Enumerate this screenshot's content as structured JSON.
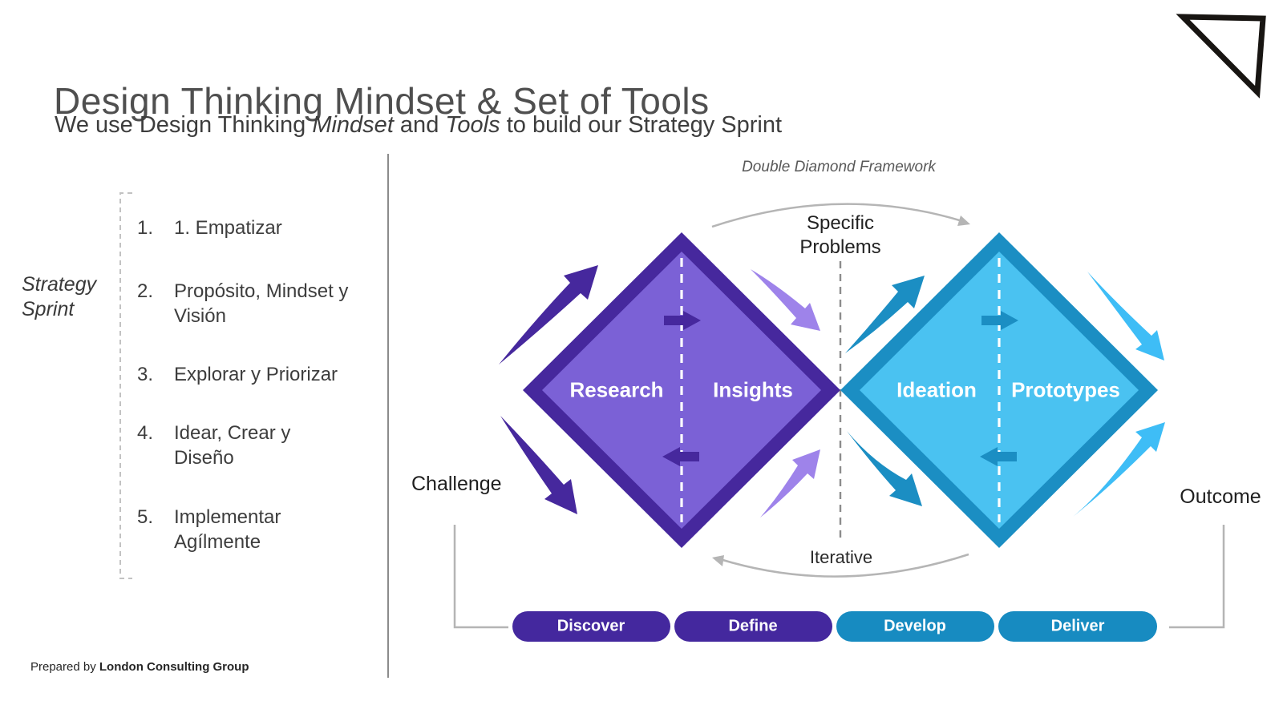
{
  "slide": {
    "title": "Design Thinking Mindset & Set of Tools",
    "subtitle": {
      "part1": "We use Design Thinking ",
      "italic1": "Mindset",
      "part2": " and ",
      "italic2": "Tools",
      "part3": " to build our Strategy Sprint"
    },
    "footer": {
      "prefix": "Prepared by ",
      "company": "London Consulting Group"
    }
  },
  "strategy_sprint": {
    "label": "Strategy Sprint",
    "items": [
      {
        "number": "1.",
        "text": "1. Empatizar"
      },
      {
        "number": "2.",
        "text": "Propósito, Mindset y Visión"
      },
      {
        "number": "3.",
        "text": "Explorar y Priorizar"
      },
      {
        "number": "4.",
        "text": "Idear, Crear y Diseño"
      },
      {
        "number": "5.",
        "text": "Implementar Agílmente"
      }
    ]
  },
  "diagram": {
    "caption": "Double Diamond Framework",
    "top_label": "Specific Problems",
    "left_label": "Challenge",
    "right_label": "Outcome",
    "bottom_label": "Iterative",
    "diamond1": {
      "left": "Research",
      "right": "Insights"
    },
    "diamond2": {
      "left": "Ideation",
      "right": "Prototypes"
    },
    "stages": [
      {
        "label": "Discover",
        "color": "#44289E"
      },
      {
        "label": "Define",
        "color": "#44289E"
      },
      {
        "label": "Develop",
        "color": "#178BC1"
      },
      {
        "label": "Deliver",
        "color": "#178BC1"
      }
    ],
    "colors": {
      "purple_dark": "#46289D",
      "purple_light": "#7B61D6",
      "purple_arrow_light": "#9E83EA",
      "blue_dark": "#1B8EC3",
      "blue_light": "#4AC2F1",
      "blue_arrow_light": "#3EBDF6"
    }
  }
}
